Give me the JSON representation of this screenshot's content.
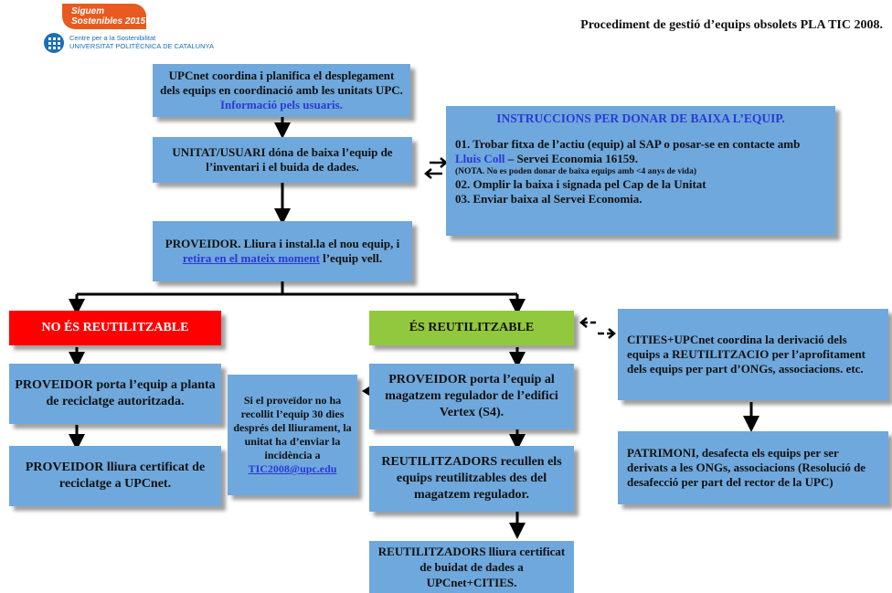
{
  "header": {
    "title": "Procediment de gestió d’equips obsolets PLA TIC 2008.",
    "logo_slogan_1": "Siguem",
    "logo_slogan_2": "Sostenibles 2015",
    "logo_org_1": "Centre per a la Sostenibilitat",
    "logo_org_2": "UNIVERSITAT POLITÈCNICA DE CATALUNYA",
    "logo_mark": "UPC"
  },
  "steps": {
    "s1_a": "UPCnet coordina i planifica el desplegament dels equips en coordinació amb les unitats UPC. ",
    "s1_link": "Informació pels usuaris.",
    "s2": "UNITAT/USUARI dóna de baixa l’equip de l’inventari i el buida de dades.",
    "s3_a": "PROVEIDOR. Lliura i instal.la el nou equip, i ",
    "s3_link": "retira en el mateix moment",
    "s3_b": " l’equip vell."
  },
  "instructions": {
    "title": "INSTRUCCIONS PER DONAR DE BAIXA L’EQUIP.",
    "l1": "01. Trobar fitxa de l’actiu (equip) al SAP o posar-se en contacte amb ",
    "l1_link": "Lluis Coll",
    "l1_b": " – Servei Economia 16159.",
    "note": "(NOTA. No es poden donar de baixa equips amb <4 anys de vida)",
    "l2": "02. Omplir la baixa i signada pel Cap de la Unitat",
    "l3": "03. Enviar baixa al Servei Economia."
  },
  "branches": {
    "no_label": "NO ÉS REUTILITZABLE",
    "no_color": "#ff0000",
    "yes_label": "ÉS REUTILITZABLE",
    "yes_color": "#92c83e"
  },
  "left_col": {
    "b1": "PROVEIDOR porta l’equip a planta de reciclatge autoritzada.",
    "b2": "PROVEIDOR lliura certificat de reciclatge a UPCnet."
  },
  "middle_note": {
    "text": "Si el proveïdor no ha recollit l’equip 30 dies després del lliurament, la unitat ha d’enviar la incidència a",
    "email": "TIC2008@upc.edu"
  },
  "right_col": {
    "b1": "PROVEIDOR porta l’equip al magatzem regulador de l’edifici Vertex (S4).",
    "b2": "REUTILITZADORS recullen els equips reutilitzables des del magatzem regulador.",
    "b3": "REUTILITZADORS lliura certificat de buidat de dades a UPCnet+CITIES."
  },
  "far_right": {
    "b1": "CITIES+UPCnet coordina la derivació dels equips a REUTILITZACIO per l’aprofitament dels equips per part d’ONGs, associacions. etc.",
    "b2": "PATRIMONI, desafecta els equips per ser derivats a les ONGs, associacions (Resolució de desafecció per part del rector de la UPC)"
  },
  "colors": {
    "box": "#6fa8dc",
    "link": "#2b39d6",
    "logo_orange": "#e85a1f",
    "logo_blue": "#1a6fb4"
  }
}
